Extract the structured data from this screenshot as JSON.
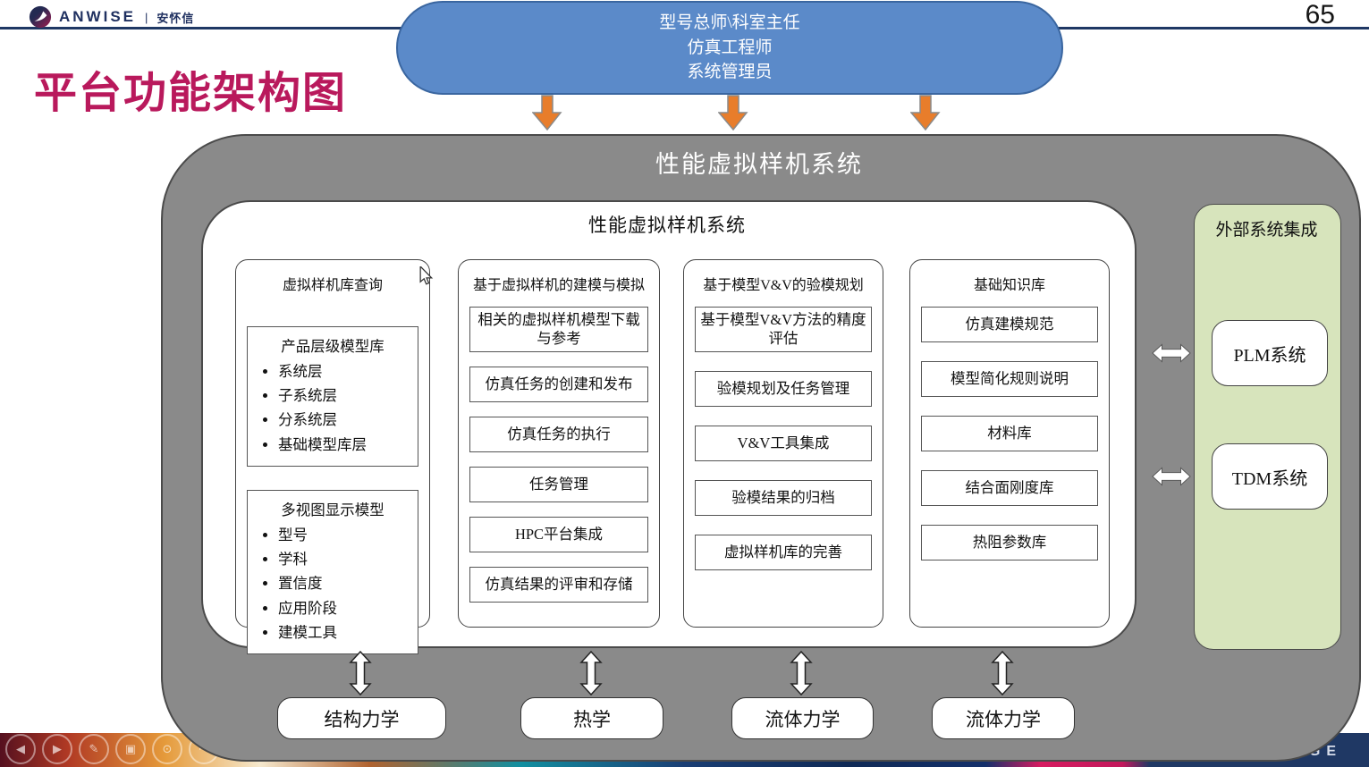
{
  "header": {
    "logo_text": "ANWISE",
    "logo_sep": "|",
    "logo_cn": "安怀信",
    "page_number": "65",
    "title": "平台功能架构图"
  },
  "actors": {
    "lines": [
      "型号总师\\科室主任",
      "仿真工程师",
      "系统管理员"
    ]
  },
  "system": {
    "outer_title": "性能虚拟样机系统",
    "inner_title": "性能虚拟样机系统",
    "columns": [
      {
        "header": "虚拟样机库查询",
        "groups": [
          {
            "title": "产品层级模型库",
            "bullets": [
              "系统层",
              "子系统层",
              "分系统层",
              "基础模型库层"
            ]
          },
          {
            "title": "多视图显示模型",
            "bullets": [
              "型号",
              "学科",
              "置信度",
              "应用阶段",
              "建模工具"
            ]
          }
        ]
      },
      {
        "header": "基于虚拟样机的建模与模拟",
        "items": [
          "相关的虚拟样机模型下载与参考",
          "仿真任务的创建和发布",
          "仿真任务的执行",
          "任务管理",
          "HPC平台集成",
          "仿真结果的评审和存储"
        ]
      },
      {
        "header": "基于模型V&V的验模规划",
        "items": [
          "基于模型V&V方法的精度评估",
          "验模规划及任务管理",
          "V&V工具集成",
          "验模结果的归档",
          "虚拟样机库的完善"
        ]
      },
      {
        "header": "基础知识库",
        "items": [
          "仿真建模规范",
          "模型简化规则说明",
          "材料库",
          "结合面刚度库",
          "热阻参数库"
        ]
      }
    ]
  },
  "external": {
    "header": "外部系统集成",
    "systems": [
      "PLM系统",
      "TDM系统"
    ]
  },
  "disciplines": [
    "结构力学",
    "热学",
    "流体力学",
    "流体力学"
  ],
  "footer": {
    "brand": "GE"
  },
  "colors": {
    "accent_blue": "#5B8AC9",
    "arrow_orange": "#E87D2B",
    "panel_gray": "#8A8A8A",
    "external_green": "#D7E4BC",
    "title_magenta": "#B9195C",
    "line_navy": "#1F3864"
  }
}
